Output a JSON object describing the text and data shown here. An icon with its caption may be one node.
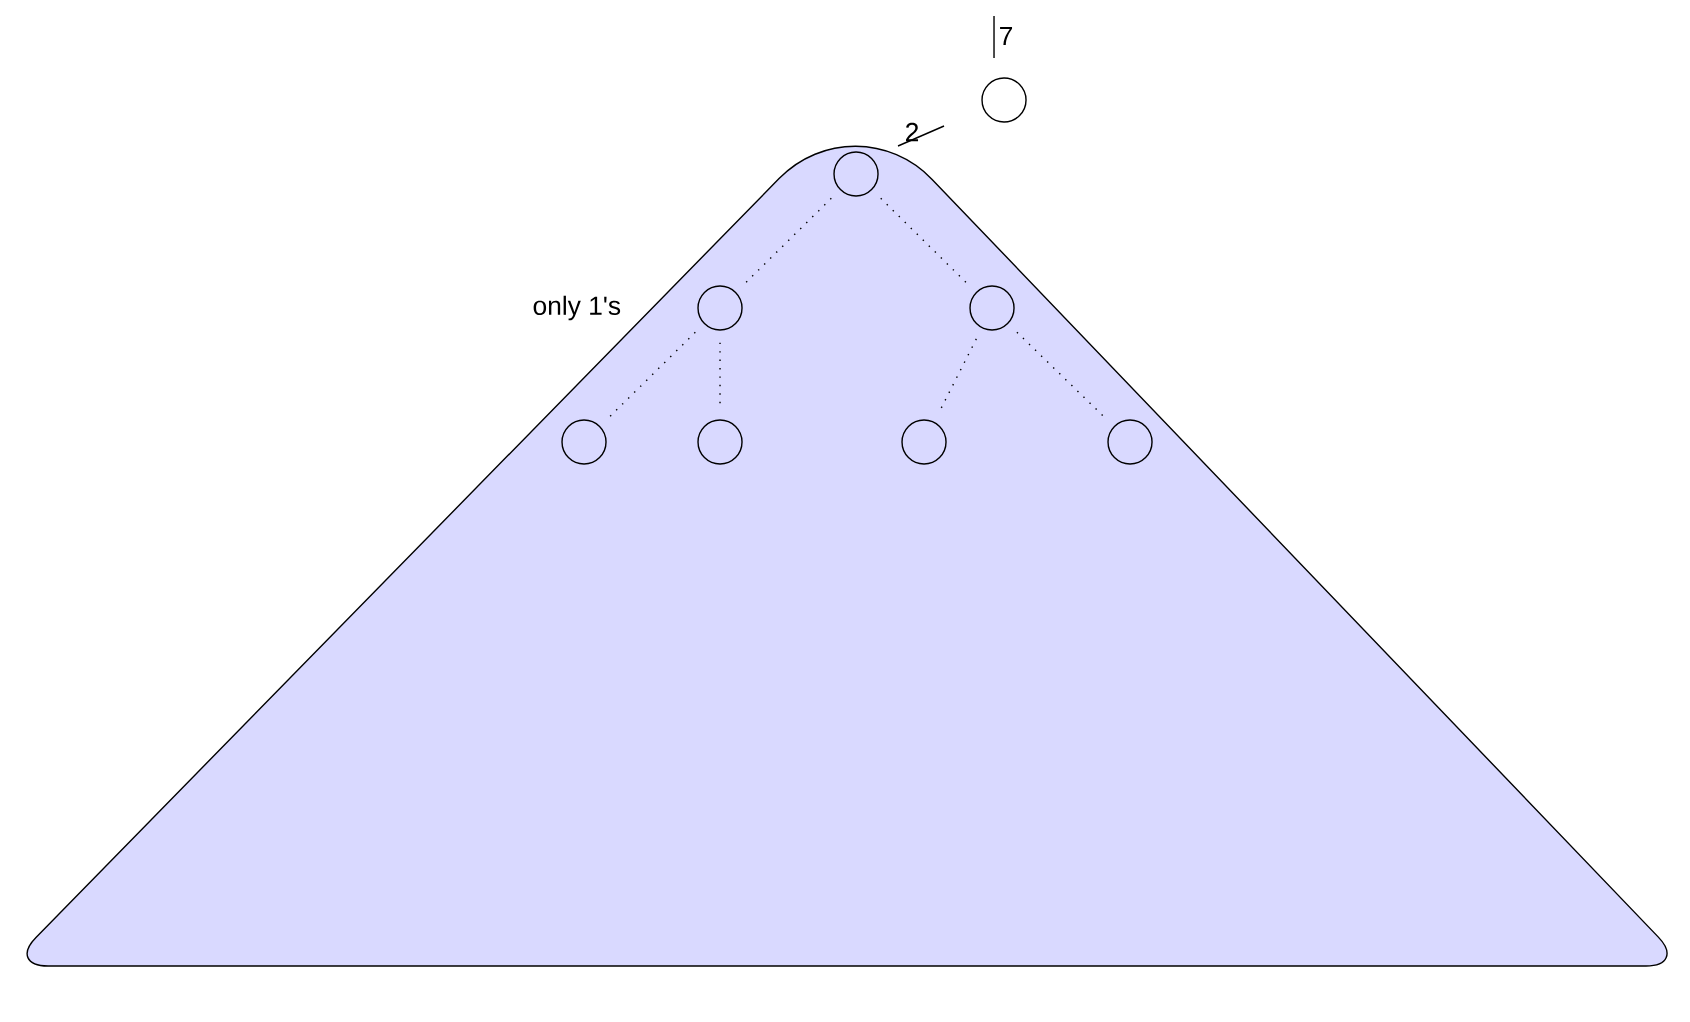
{
  "diagram": {
    "nodes": [
      {
        "text": [],
        "shape": "triangle"
      },
      {
        "text": [],
        "shape": "circle",
        "in": 0
      },
      {
        "text": [],
        "shape": "circle",
        "in": 0,
        "beside": [
          "only 1's"
        ]
      },
      {
        "text": [],
        "shape": "circle",
        "in": 0
      },
      {
        "text": [],
        "shape": "circle",
        "in": 0
      },
      {
        "text": [],
        "shape": "circle",
        "in": 0
      },
      {
        "text": [],
        "shape": "circle",
        "in": 0
      },
      {
        "text": [],
        "shape": "circle",
        "in": 0
      },
      {
        "text": [],
        "shape": "circle"
      }
    ],
    "edges": [
      {
        "from": 1,
        "to": 2,
        "arrow": "none",
        "style": "dashed"
      },
      {
        "from": 1,
        "to": 3,
        "arrow": "none",
        "style": "dashed"
      },
      {
        "from": 2,
        "to": 4,
        "arrow": "none",
        "style": "dashed"
      },
      {
        "from": 2,
        "to": 5,
        "arrow": "none",
        "style": "dashed"
      },
      {
        "from": 3,
        "to": 6,
        "arrow": "none",
        "style": "dashed"
      },
      {
        "from": 3,
        "to": 7,
        "arrow": "none",
        "style": "dashed"
      }
    ],
    "labels": [
      "7",
      "2"
    ]
  }
}
